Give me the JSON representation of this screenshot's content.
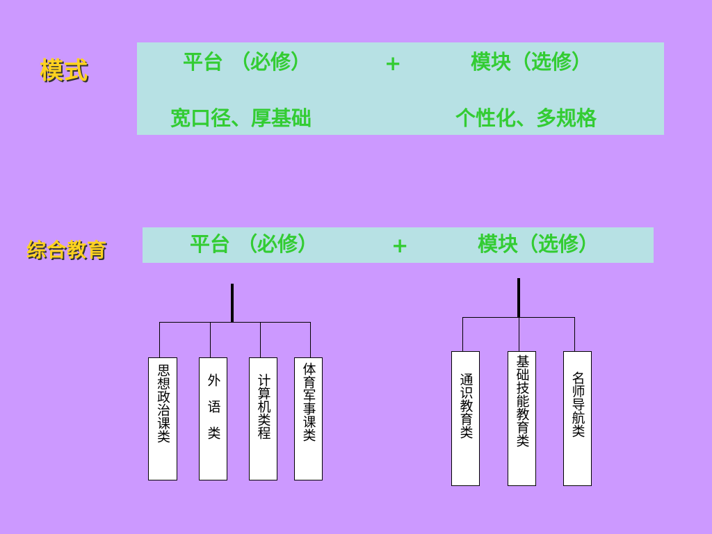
{
  "mode_section": {
    "label": "模式",
    "platform": "平台 （必修）",
    "plus": "+",
    "module": "模块（选修）",
    "platform_desc": "宽口径、厚基础",
    "module_desc": "个性化、多规格"
  },
  "general_section": {
    "label": "综合教育",
    "platform": "平台 （必修）",
    "plus": "+",
    "module": "模块（选修）"
  },
  "platform_branches": [
    "思想政治课类",
    "外　语　类",
    "计算机类程",
    "体育军事课类"
  ],
  "module_branches": [
    "通识教育类",
    "基础技能教育类",
    "名师导航类"
  ]
}
